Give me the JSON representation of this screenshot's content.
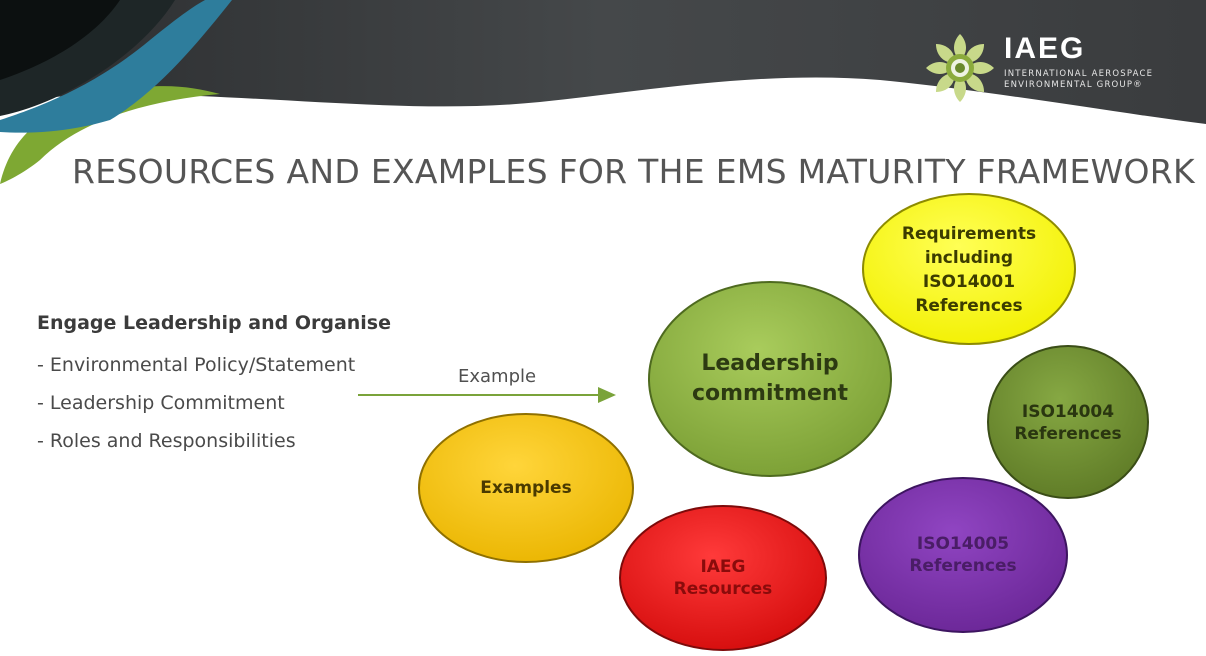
{
  "slide": {
    "title": "RESOURCES AND EXAMPLES FOR THE EMS MATURITY FRAMEWORK"
  },
  "logo": {
    "word": "IAEG",
    "subline1": "INTERNATIONAL AEROSPACE",
    "subline2": "ENVIRONMENTAL GROUP®"
  },
  "left_panel": {
    "heading": "Engage Leadership and Organise",
    "items": [
      "- Environmental Policy/Statement",
      "- Leadership Commitment",
      "- Roles and Responsibilities"
    ]
  },
  "connector": {
    "label": "Example"
  },
  "bubbles": {
    "leadership": {
      "label": "Leadership\ncommitment",
      "color": "#8db342",
      "text_color": "#2d3a12"
    },
    "requirements": {
      "label": "Requirements\nincluding\nISO14001\nReferences",
      "color": "#ffff1a",
      "text_color": "#3c3c00"
    },
    "iso14004": {
      "label": "ISO14004\nReferences",
      "color": "#6f8f30",
      "text_color": "#2a3610"
    },
    "examples": {
      "label": "Examples",
      "color": "#f5c300",
      "text_color": "#4a3a00"
    },
    "iaeg": {
      "label": "IAEG\nResources",
      "color": "#ee1111",
      "text_color": "#8a0b0b"
    },
    "iso14005": {
      "label": "ISO14005\nReferences",
      "color": "#7a32a8",
      "text_color": "#4a1d66"
    }
  },
  "colors": {
    "banner_dark": "#414345",
    "banner_green": "#7ea833",
    "banner_blue": "#2e7d9c",
    "arrow_green": "#7aa33a",
    "title_grey": "#555555"
  }
}
